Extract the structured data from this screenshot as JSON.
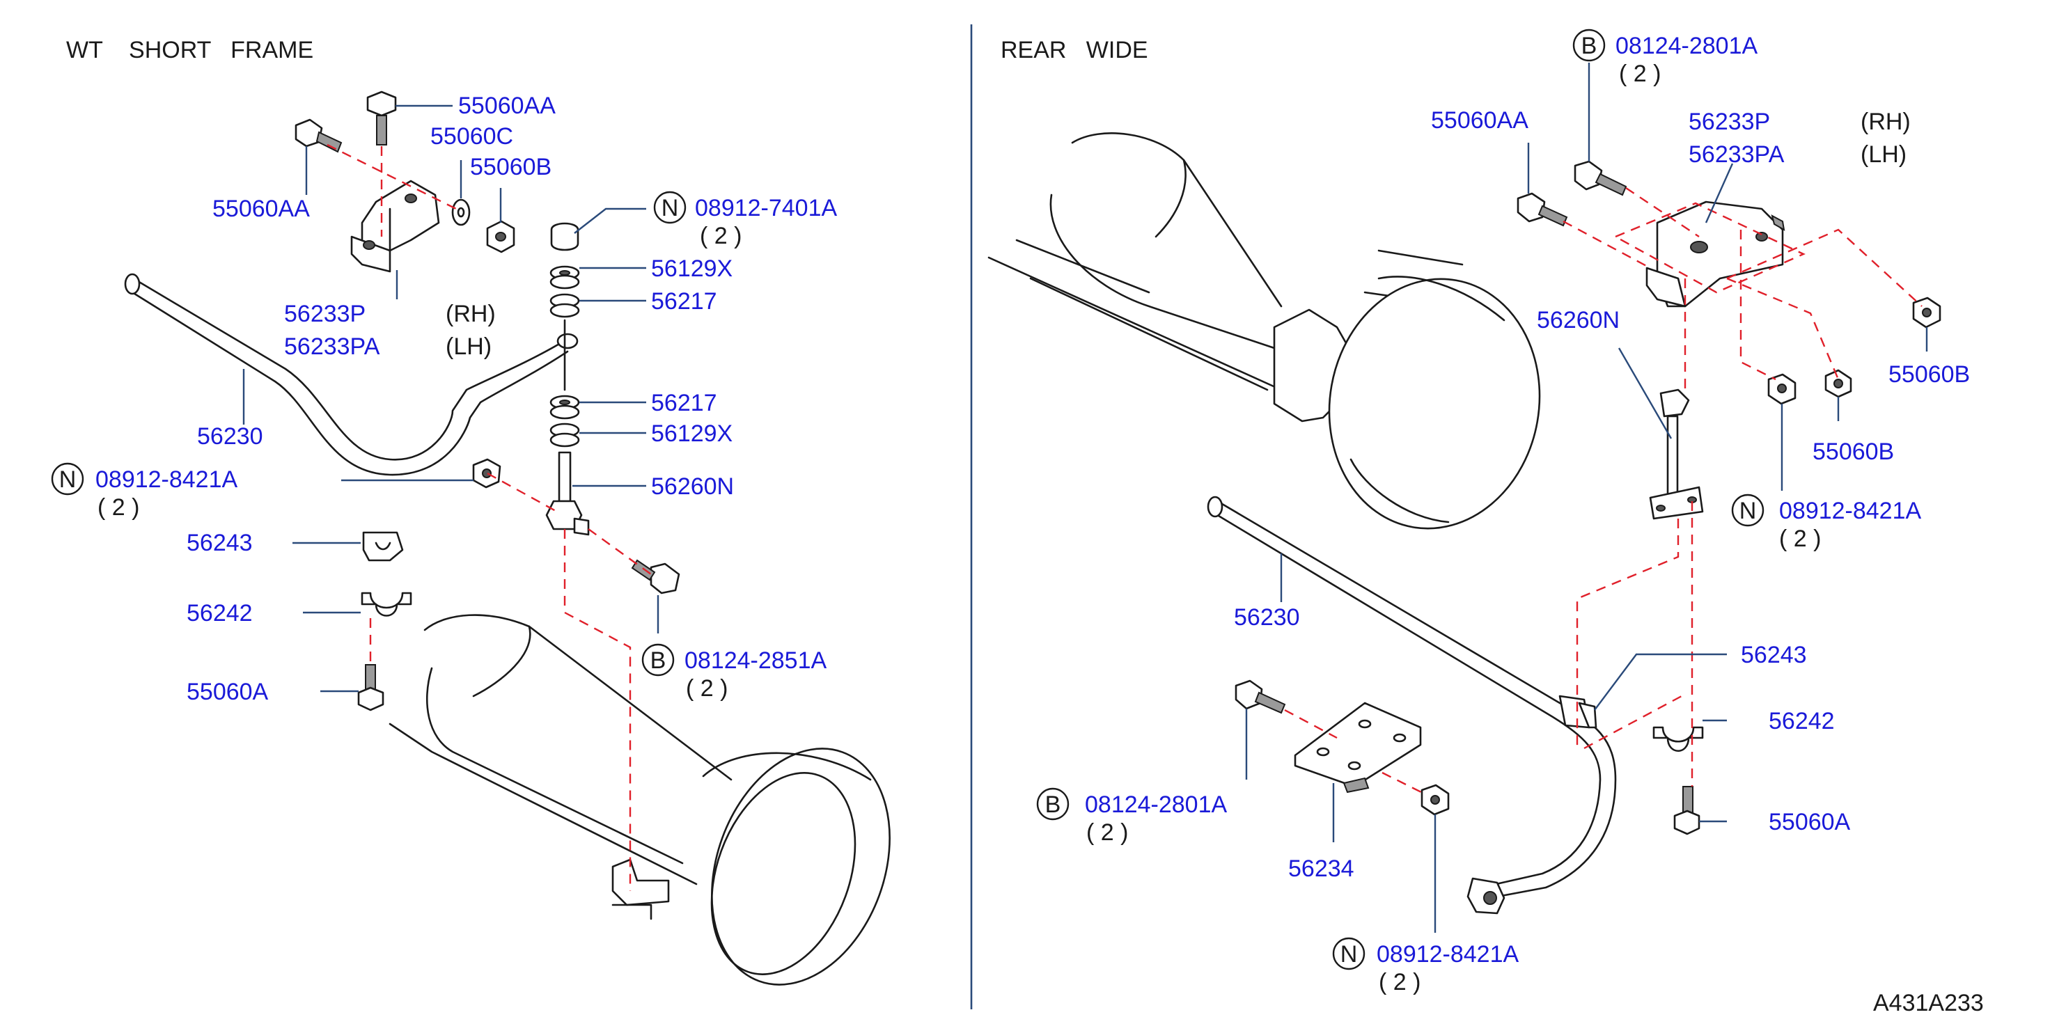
{
  "left_panel": {
    "title": "WT    SHORT   FRAME",
    "labels": {
      "p55060AA_top": "55060AA",
      "p55060AA_left": "55060AA",
      "p55060C": "55060C",
      "p55060B": "55060B",
      "p56233P": "56233P",
      "p56233PA": "56233PA",
      "rh": "(RH)",
      "lh": "(LH)",
      "p56230": "56230",
      "n_08912_7401A": "08912-7401A",
      "n_08912_7401A_qty": "( 2 )",
      "p56129X_top": "56129X",
      "p56217_top": "56217",
      "p56217_bottom": "56217",
      "p56129X_bottom": "56129X",
      "n_08912_8421A": "08912-8421A",
      "n_08912_8421A_qty": "( 2 )",
      "p56260N": "56260N",
      "p56243": "56243",
      "p56242": "56242",
      "b_08124_2851A": "08124-2851A",
      "b_08124_2851A_qty": "( 2 )",
      "p55060A": "55060A"
    }
  },
  "right_panel": {
    "title": "REAR   WIDE",
    "labels": {
      "b_08124_2801A_top": "08124-2801A",
      "b_08124_2801A_top_qty": "( 2 )",
      "p55060AA": "55060AA",
      "p56233P": "56233P",
      "p56233PA": "56233PA",
      "rh": "(RH)",
      "lh": "(LH)",
      "p56260N": "56260N",
      "p55060B_right": "55060B",
      "p55060B_lower": "55060B",
      "n_08912_8421A_right": "08912-8421A",
      "n_08912_8421A_right_qty": "( 2 )",
      "p56230": "56230",
      "p56243": "56243",
      "p56242": "56242",
      "b_08124_2801A_bottom": "08124-2801A",
      "b_08124_2801A_bottom_qty": "( 2 )",
      "p56234": "56234",
      "p55060A": "55060A",
      "n_08912_8421A_bottom": "08912-8421A",
      "n_08912_8421A_bottom_qty": "( 2 )"
    }
  },
  "symbols": {
    "n": "N",
    "b": "B"
  },
  "diagram_id": "A431A233",
  "colors": {
    "label_blue": "#1a1ad8",
    "leader": "#2a4a7a",
    "dashed_axis": "#e0202a",
    "ink": "#1a1a1a"
  }
}
